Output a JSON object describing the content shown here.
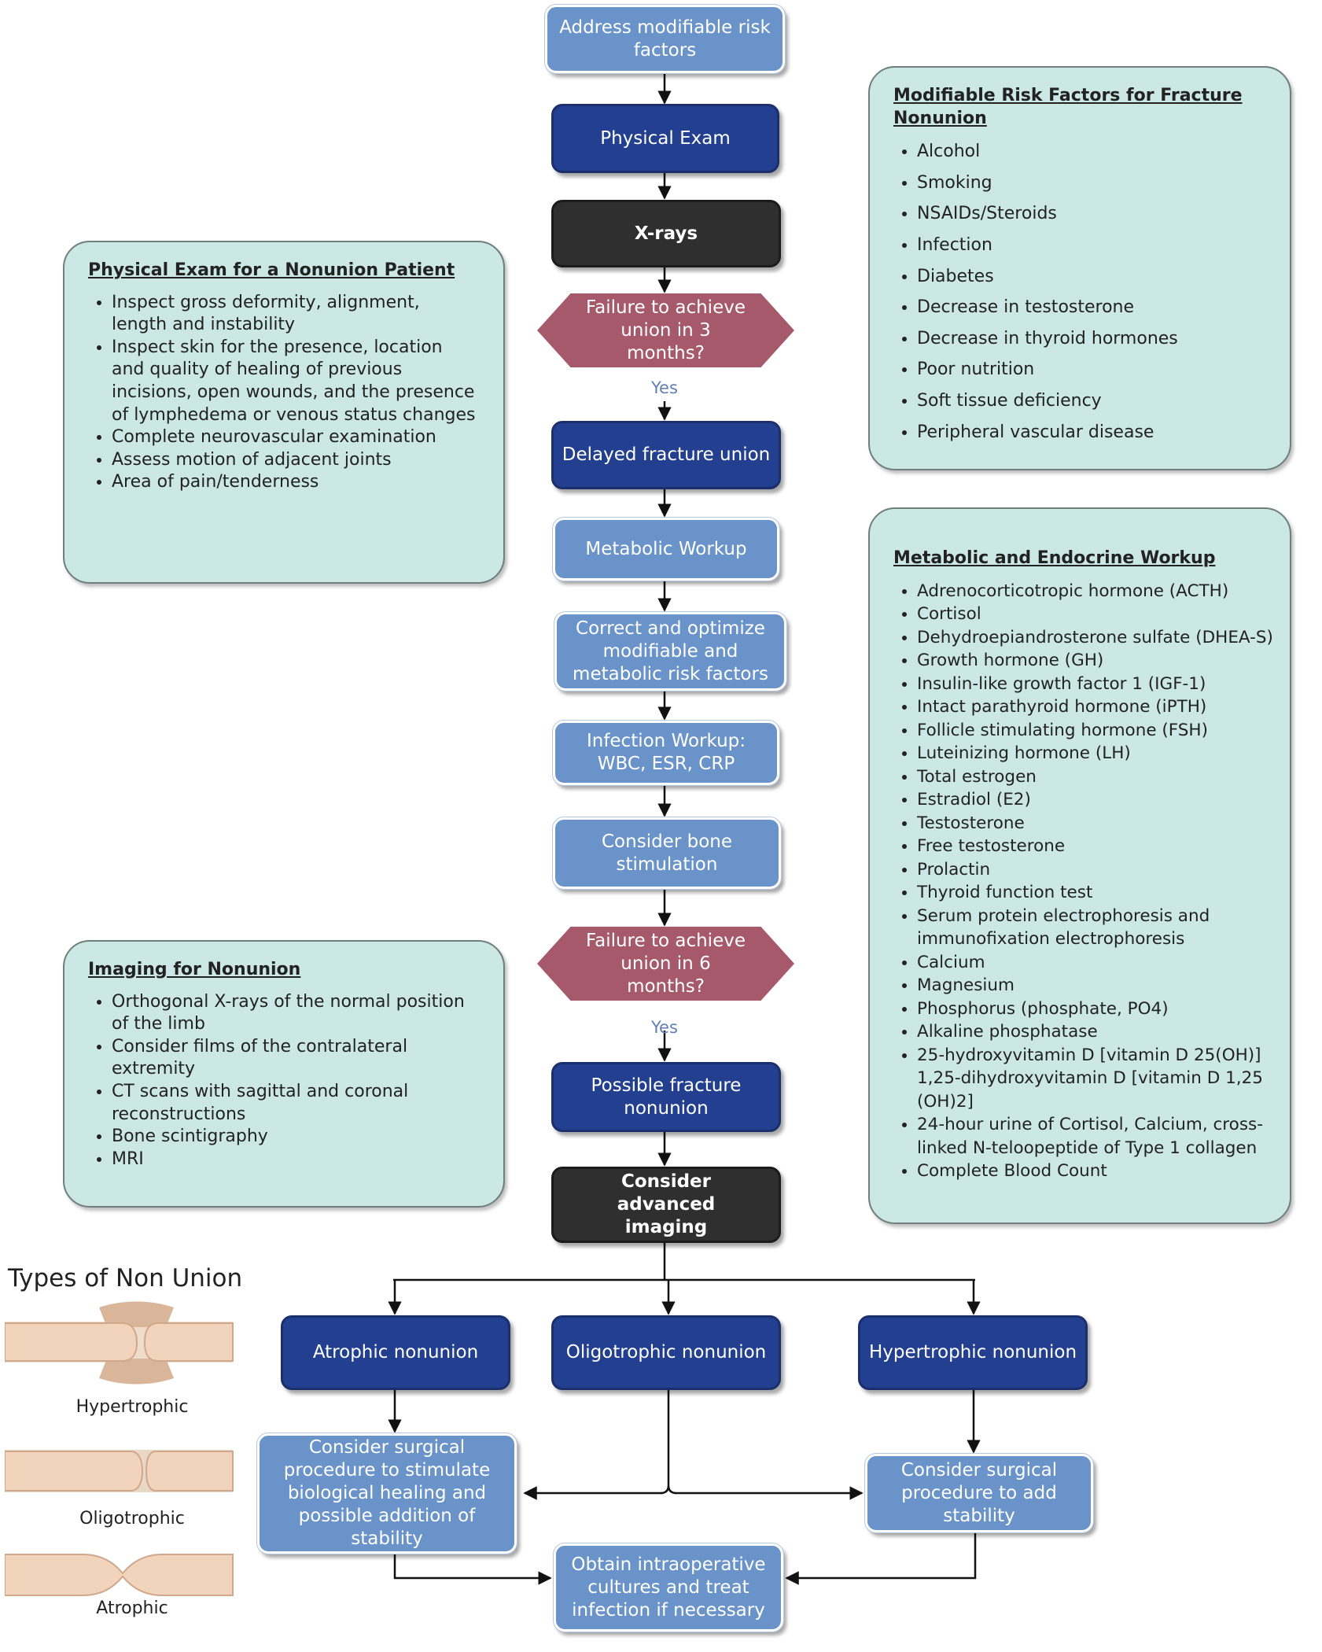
{
  "flow": {
    "address": "Address modifiable risk factors",
    "physical_exam": "Physical Exam",
    "xrays": "X-rays",
    "decision_3m": "Failure to achieve union in 3 months?",
    "yes_1": "Yes",
    "delayed": "Delayed fracture union",
    "metabolic": "Metabolic Workup",
    "correct": "Correct and optimize modifiable and metabolic risk factors",
    "infection": "Infection Workup: WBC, ESR, CRP",
    "bone_stim": "Consider bone stimulation",
    "decision_6m": "Failure to achieve union in 6 months?",
    "yes_2": "Yes",
    "possible_nonunion": "Possible fracture nonunion",
    "advanced_imaging": "Consider advanced imaging",
    "atrophic": "Atrophic nonunion",
    "oligotrophic": "Oligotrophic nonunion",
    "hypertrophic": "Hypertrophic nonunion",
    "surgical_bio": "Consider surgical procedure to stimulate biological healing and possible addition of stability",
    "surgical_stability": "Consider surgical procedure to add stability",
    "intraop": "Obtain intraoperative cultures and treat infection if necessary"
  },
  "physical_exam_panel": {
    "title": "Physical Exam for a Nonunion Patient",
    "items": [
      "Inspect gross deformity, alignment, length and instability",
      "Inspect skin for the presence, location and quality of healing of previous incisions, open wounds, and the presence of lymphedema or venous status changes",
      "Complete neurovascular examination",
      "Assess motion of adjacent joints",
      "Area of pain/tenderness"
    ]
  },
  "risk_panel": {
    "title": "Modifiable Risk Factors for Fracture Nonunion",
    "items": [
      "Alcohol",
      "Smoking",
      "NSAIDs/Steroids",
      "Infection",
      "Diabetes",
      "Decrease in testosterone",
      "Decrease in thyroid hormones",
      "Poor nutrition",
      "Soft tissue deficiency",
      "Peripheral vascular disease"
    ]
  },
  "imaging_panel": {
    "title": "Imaging for Nonunion",
    "items": [
      "Orthogonal X-rays of the normal position of the limb",
      "Consider films of the contralateral extremity",
      "CT scans with sagittal and coronal reconstructions",
      "Bone scintigraphy",
      "MRI"
    ]
  },
  "metabolic_panel": {
    "title": "Metabolic and Endocrine Workup",
    "items": [
      "Adrenocorticotropic hormone  (ACTH)",
      "Cortisol",
      "Dehydroepiandrosterone sulfate (DHEA-S)",
      "Growth hormone (GH)",
      "Insulin-like growth factor 1 (IGF-1)",
      "Intact parathyroid hormone (iPTH)",
      "Follicle stimulating hormone (FSH)",
      "Luteinizing hormone (LH)",
      "Total estrogen",
      "Estradiol (E2)",
      "Testosterone",
      "Free testosterone",
      "Prolactin",
      "Thyroid function test",
      "Serum protein electrophoresis and immunofixation electrophoresis",
      "Calcium",
      "Magnesium",
      "Phosphorus (phosphate, PO4)",
      "Alkaline phosphatase",
      "25-hydroxyvitamin D [vitamin D 25(OH)] 1,25-dihydroxyvitamin D [vitamin D 1,25 (OH)2]",
      "24-hour urine of Cortisol, Calcium, cross-linked N-teloopeptide of Type 1 collagen",
      "Complete Blood Count"
    ]
  },
  "types": {
    "title": "Types of Non Union",
    "hypertrophic": "Hypertrophic",
    "oligotrophic": "Oligotrophic",
    "atrophic": "Atrophic"
  },
  "colors": {
    "light_box": "#6a93c9",
    "dark_box": "#233f8f",
    "black_box": "#2f2f2f",
    "decision": "#a5596a",
    "panel": "#cbe8e5",
    "bone": "#ecd3bd"
  }
}
